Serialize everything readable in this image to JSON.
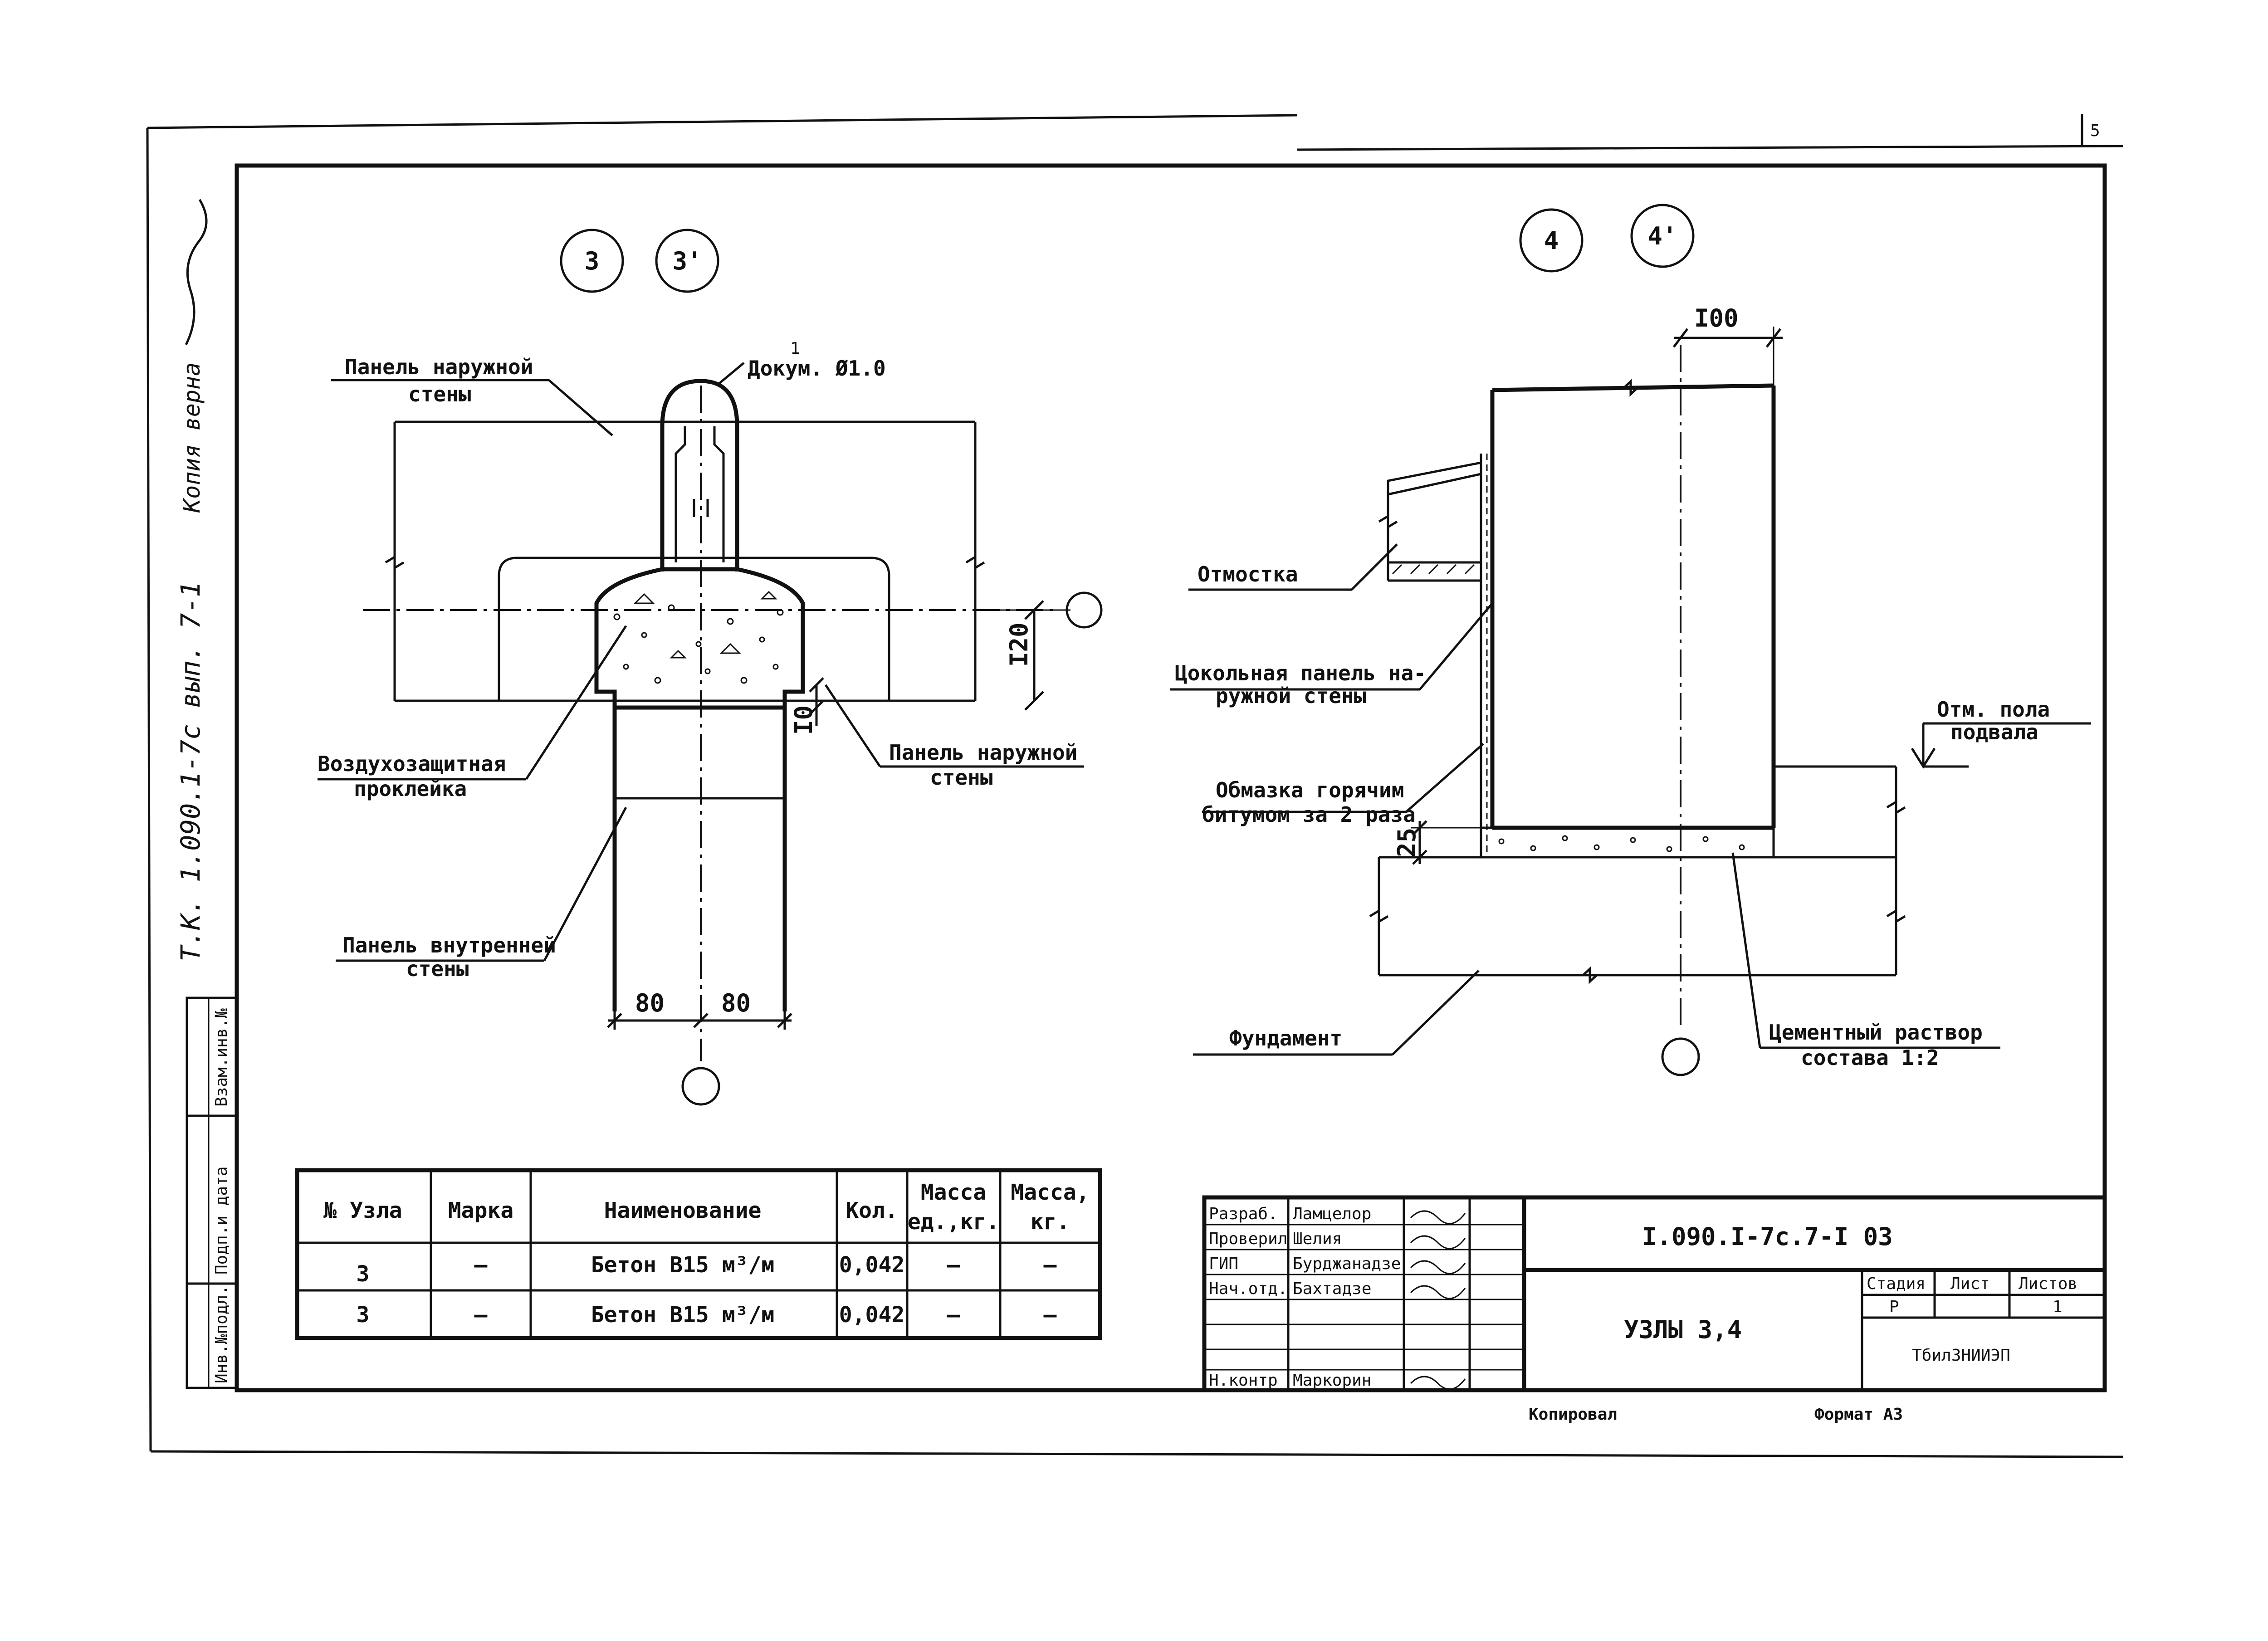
{
  "page": {
    "corner_number": "5",
    "copied_by": "Копировал",
    "format": "Формат А3",
    "side_stamp": "Т.К. 1.090.1-7с вып. 7-1",
    "side_copy": "Копия верна",
    "side_cells": [
      "Взам.инв.№",
      "Подп.и дата",
      "Инв.№подл."
    ]
  },
  "left_detail": {
    "markers": [
      "3",
      "3'"
    ],
    "labels": {
      "outer_panel_top_1": "Панель наружной",
      "outer_panel_top_2": "стены",
      "dokum": "Докум. Ø1.0",
      "dokum_tick": "1",
      "air_seal_1": "Воздухозащитная",
      "air_seal_2": "проклейка",
      "outer_panel_right_1": "Панель наружной",
      "outer_panel_right_2": "стены",
      "inner_panel_1": "Панель внутренней",
      "inner_panel_2": "стены"
    },
    "dims": {
      "height": "I20",
      "gap": "I0",
      "w_left": "80",
      "w_right": "80"
    }
  },
  "right_detail": {
    "markers": [
      "4",
      "4'"
    ],
    "labels": {
      "otmostka": "Отмостка",
      "plinth_1": "Цокольная панель на-",
      "plinth_2": "ружной стены",
      "floor_1": "Отм. пола",
      "floor_2": "подвала",
      "bitumen_1": "Обмазка горячим",
      "bitumen_2": "битумом за 2 раза",
      "foundation": "Фундамент",
      "mortar_1": "Цементный раствор",
      "mortar_2": "состава 1:2"
    },
    "dims": {
      "top": "I00",
      "mortar": "25"
    }
  },
  "spec_table": {
    "headers": [
      "№ Узла",
      "Марка",
      "Наименование",
      "Кол.",
      "Масса ед.,кг.",
      "Масса, кг."
    ],
    "header_mass1_a": "Масса",
    "header_mass1_b": "ед.,кг.",
    "header_mass2_a": "Масса,",
    "header_mass2_b": "кг.",
    "rows": [
      {
        "uzel": "3",
        "marka": "–",
        "name": "Бетон В15 м³/м",
        "qty": "0,042",
        "m1": "–",
        "m2": "–"
      },
      {
        "uzel": "3",
        "marka": "–",
        "name": "Бетон В15 м³/м",
        "qty": "0,042",
        "m1": "–",
        "m2": "–"
      }
    ]
  },
  "title_block": {
    "roles": [
      "Разраб.",
      "Проверил",
      "ГИП",
      "Нач.отд.",
      "",
      "",
      "Н.контр"
    ],
    "names": [
      "Ламцелор",
      "Шелия",
      "Бурджанадзе",
      "Бахтадзе",
      "",
      "",
      "Маркорин"
    ],
    "code": "I.090.I-7с.7-I 03",
    "title": "УЗЛЫ 3,4",
    "stage_hdr": "Стадия",
    "sheet_hdr": "Лист",
    "sheets_hdr": "Листов",
    "stage": "Р",
    "sheets": "1",
    "org": "ТбилЗНИИЭП"
  }
}
